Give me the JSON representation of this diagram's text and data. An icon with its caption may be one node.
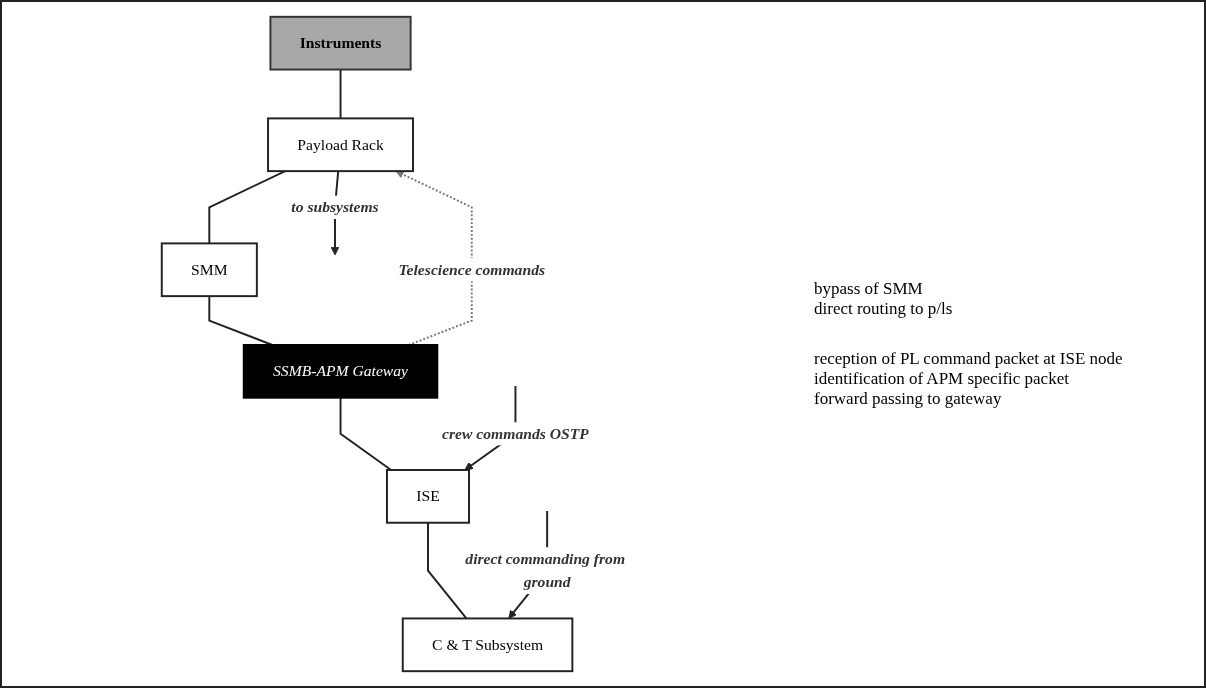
{
  "diagram": {
    "nodes": [
      {
        "text": [
          "Instruments"
        ]
      },
      {
        "text": [
          "Payload Rack"
        ]
      },
      {
        "text": [
          "SMM"
        ]
      },
      {
        "text": [
          "SSMB-APM Gateway"
        ]
      },
      {
        "text": [
          "ISE"
        ]
      },
      {
        "text": [
          "C & T Subsystem"
        ]
      }
    ],
    "edges": [
      {
        "from": 0,
        "to": 1,
        "arrow": "none"
      },
      {
        "from": 1,
        "to": 2,
        "arrow": "none"
      },
      {
        "from": 1,
        "to": null,
        "arrow": "to",
        "label": "to subsystems"
      },
      {
        "from": 2,
        "to": 3,
        "arrow": "none"
      },
      {
        "from": 3,
        "to": 1,
        "arrow": "to",
        "style": "dashed",
        "color": "#777777",
        "label": "Telescience commands"
      },
      {
        "from": 3,
        "to": 4,
        "arrow": "none"
      },
      {
        "from": null,
        "to": 4,
        "arrow": "to",
        "label": "crew commands OSTP"
      },
      {
        "from": 4,
        "to": 5,
        "arrow": "none"
      },
      {
        "from": null,
        "to": 5,
        "arrow": "to",
        "label": "direct commanding from ground"
      }
    ],
    "labels": [
      "bypass of SMM",
      "direct routing to p/ls",
      "reception of PL command packet at ISE node",
      "identification of APM specific packet",
      "forward passing to gateway"
    ]
  }
}
